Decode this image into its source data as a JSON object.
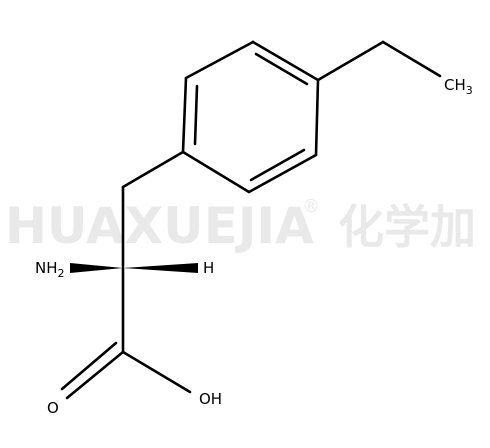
{
  "watermark": {
    "brand": "HUAXUEJIA",
    "registered": "®",
    "chinese": "化学加"
  },
  "molecule": {
    "ch3_main": "CH",
    "ch3_sub": "3",
    "nh2_main": "NH",
    "nh2_sub": "2",
    "h_label": "H",
    "o_label": "O",
    "oh_label": "OH"
  }
}
